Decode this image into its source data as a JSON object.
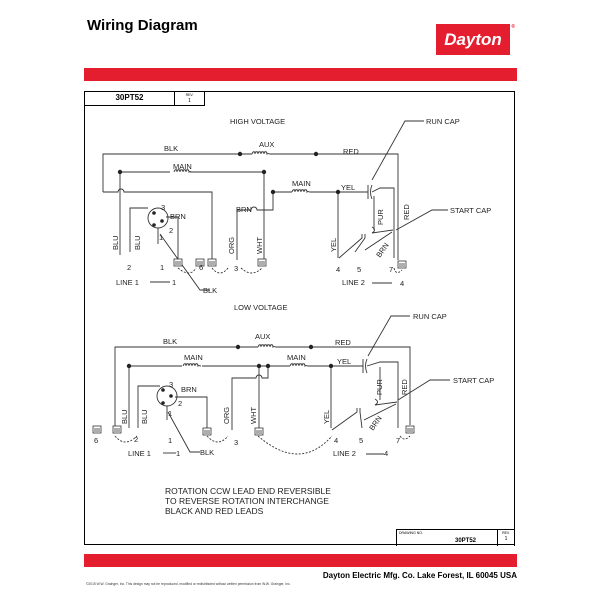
{
  "header": {
    "title": "Wiring Diagram",
    "brand": "Dayton",
    "brand_mark": "®",
    "brand_color": "#e41e2f"
  },
  "title_block_top": {
    "part_number": "30PT52",
    "rev_label": "REV.",
    "rev_value": "1"
  },
  "high_voltage": {
    "heading": "HIGH VOLTAGE",
    "labels": {
      "blk_top": "BLK",
      "aux": "AUX",
      "red_top": "RED",
      "main1": "MAIN",
      "main2": "MAIN",
      "yel": "YEL",
      "run_cap": "RUN CAP",
      "start_cap": "START CAP",
      "pur": "PUR",
      "red_v": "RED",
      "brn_v": "BRN",
      "yel_v": "YEL",
      "brn_switch": "BRN",
      "brn_mid": "BRN",
      "blu1": "BLU",
      "blu2": "BLU",
      "org": "ORG",
      "wht": "WHT",
      "pin3": "3",
      "pin2": "2",
      "pin1": "1",
      "t2": "2",
      "t1": "1",
      "t6": "6",
      "t3": "3",
      "t4": "4",
      "t5": "5",
      "t7": "7",
      "line1": "LINE 1",
      "line1_term": "1",
      "line2": "LINE 2",
      "line2_term": "4",
      "blk_lead": "BLK"
    }
  },
  "low_voltage": {
    "heading": "LOW VOLTAGE",
    "labels": {
      "blk_top": "BLK",
      "aux": "AUX",
      "red_top": "RED",
      "main1": "MAIN",
      "main2": "MAIN",
      "yel": "YEL",
      "run_cap": "RUN CAP",
      "start_cap": "START CAP",
      "pur": "PUR",
      "red_v": "RED",
      "brn_v": "BRN",
      "yel_v": "YEL",
      "brn_switch": "BRN",
      "blu1": "BLU",
      "blu2": "BLU",
      "org": "ORG",
      "wht": "WHT",
      "pin3": "3",
      "pin2": "2",
      "pin1": "1",
      "t6": "6",
      "t2": "2",
      "t1": "1",
      "t3": "3",
      "t4": "4",
      "t5": "5",
      "t7": "7",
      "line1": "LINE 1",
      "line1_term": "1",
      "line2": "LINE 2",
      "line2_term": "4",
      "blk_lead": "BLK"
    }
  },
  "note": {
    "lines": [
      "ROTATION CCW LEAD END REVERSIBLE",
      "TO REVERSE ROTATION INTERCHANGE",
      "BLACK AND RED LEADS"
    ]
  },
  "title_block_bottom": {
    "drawing_no_label": "DRAWING NO.",
    "drawing_no": "30PT52",
    "rev_label": "REV.",
    "rev_value": "1"
  },
  "footer": {
    "company": "Dayton Electric Mfg. Co.  Lake Forest, IL  60045  USA",
    "copyright": "©2015 W.W. Grainger, Inc.   This design may not be reproduced, modified or redistributed without written permission from W.W. Grainger, Inc."
  }
}
